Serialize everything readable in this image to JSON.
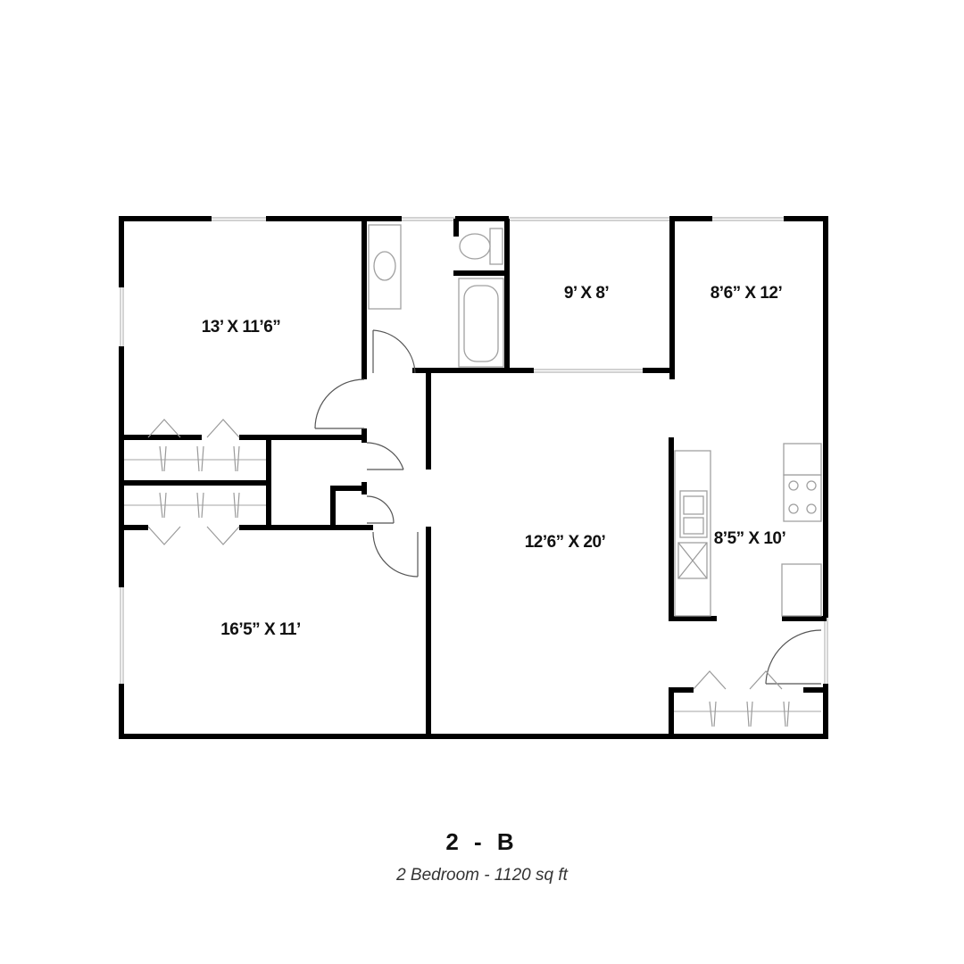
{
  "plan": {
    "title": "2 - B",
    "subtitle": "2 Bedroom - 1120 sq ft"
  },
  "rooms": {
    "bedroom_1": "13’ X 11’6”",
    "den": "9’ X 8’",
    "dining": "8’6” X 12’",
    "living": "12’6” X 20’",
    "kitchen": "8’5” X 10’",
    "bedroom_2": "16’5” X 11’"
  },
  "colors": {
    "wall": "#000000",
    "fixture_line": "#a0a0a0",
    "background": "#ffffff"
  }
}
